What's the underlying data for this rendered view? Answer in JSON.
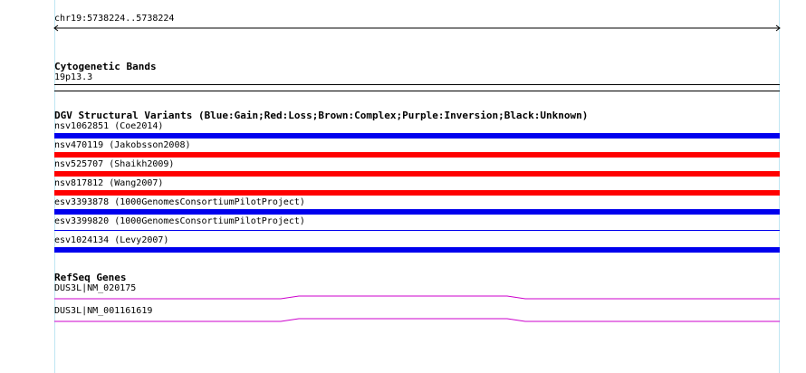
{
  "ruler": {
    "label": "chr19:5738224..5738224"
  },
  "tracks": {
    "cytoband": {
      "title": "Cytogenetic Bands",
      "band": "19p13.3"
    },
    "dgv": {
      "title": "DGV Structural Variants (Blue:Gain;Red:Loss;Brown:Complex;Purple:Inversion;Black:Unknown)",
      "features": [
        {
          "label": "nsv1062851 (Coe2014)",
          "type": "gain",
          "color": "#0000ee"
        },
        {
          "label": "nsv470119 (Jakobsson2008)",
          "type": "loss",
          "color": "#ff0000"
        },
        {
          "label": "nsv525707 (Shaikh2009)",
          "type": "loss",
          "color": "#ff0000"
        },
        {
          "label": "nsv817812 (Wang2007)",
          "type": "loss",
          "color": "#ff0000"
        },
        {
          "label": "esv3393878 (1000GenomesConsortiumPilotProject)",
          "type": "gain",
          "color": "#0000ee"
        },
        {
          "label": "esv3399820 (1000GenomesConsortiumPilotProject)",
          "type": "gain-thin",
          "color": "#0000ee"
        },
        {
          "label": "esv1024134 (Levy2007)",
          "type": "gain",
          "color": "#0000ee"
        }
      ]
    },
    "refseq": {
      "title": "RefSeq Genes",
      "genes": [
        {
          "label": "DUS3L|NM_020175",
          "color": "#cc00cc"
        },
        {
          "label": "DUS3L|NM_001161619",
          "color": "#cc00cc"
        }
      ]
    }
  }
}
